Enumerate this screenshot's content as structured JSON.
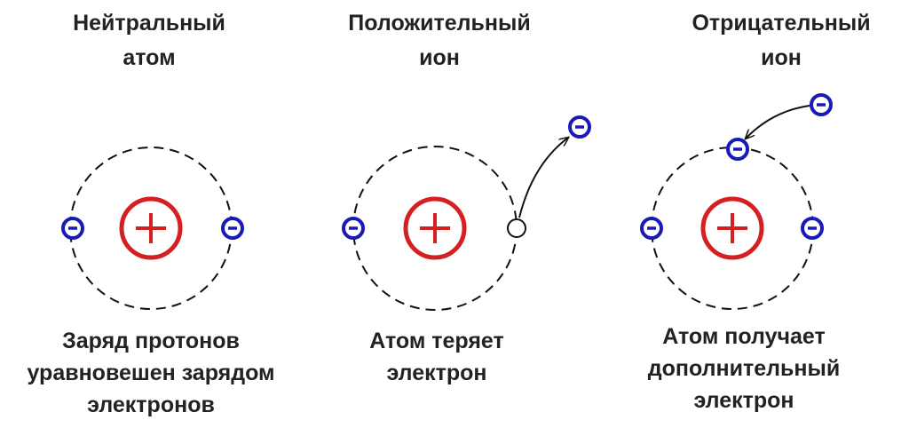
{
  "colors": {
    "nucleus": "#d42020",
    "electron": "#1a1ab8",
    "orbit": "#111111",
    "text": "#222222"
  },
  "panels": [
    {
      "title": [
        "Нейтральный",
        "атом"
      ],
      "caption": [
        "Заряд протонов",
        "уравновешен зарядом",
        "электронов"
      ],
      "nucleus_sign": "+",
      "electron_sign": "−"
    },
    {
      "title": [
        "Положительный",
        "ион"
      ],
      "caption": [
        "Атом теряет",
        "электрон"
      ],
      "nucleus_sign": "+",
      "electron_sign": "−"
    },
    {
      "title": [
        "Отрицательный",
        "ион"
      ],
      "caption": [
        "Атом получает",
        "дополнительный",
        "электрон"
      ],
      "nucleus_sign": "+",
      "electron_sign": "−"
    }
  ]
}
